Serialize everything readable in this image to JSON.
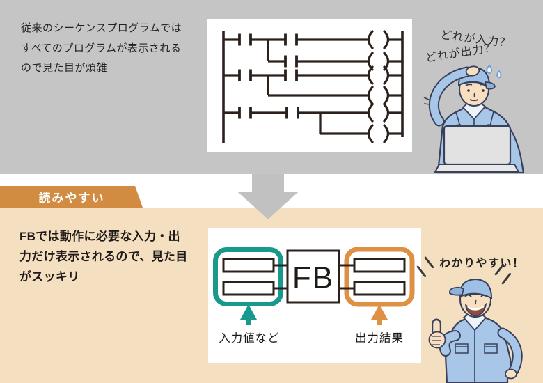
{
  "colors": {
    "top_background_gray": "#C5C5C5",
    "bottom_background_beige": "#F5DFC1",
    "ribbon_orange": "#D28C42",
    "teal_accent": "#18998C",
    "orange_accent": "#DE9144",
    "diagram_line_dark": "#2A211C",
    "transition_arrow_gray": "#C1C1C1",
    "worker_uniform_blue": "#A7C6E8"
  },
  "top_section": {
    "description_lines": [
      "従来のシーケンスプログラムでは",
      "すべてのプログラムが表示される",
      "ので見た目が煩雑"
    ],
    "speech_bubble_1": "どれが入力？",
    "speech_bubble_2": "どれが出力？"
  },
  "transition": {
    "ribbon_label": "読みやすい"
  },
  "bottom_section": {
    "description_lines": [
      "FBでは動作に必要な入力・出",
      "力だけ表示されるので、見た目",
      "がスッキリ"
    ],
    "fb_block_label": "FB",
    "input_arrow_label": "入力値など",
    "output_arrow_label": "出力結果",
    "speech_bubble": "わかりやすい！"
  }
}
